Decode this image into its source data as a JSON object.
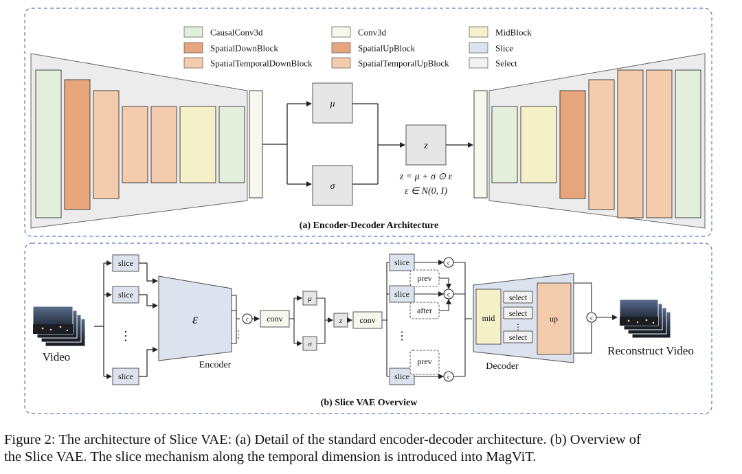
{
  "legend": [
    {
      "label": "CausalConv3d",
      "color": "#e3eedb"
    },
    {
      "label": "SpatialDownBlock",
      "color": "#e7a57b"
    },
    {
      "label": "SpatialTemporalDownBlock",
      "color": "#f3cbad"
    },
    {
      "label": "Conv3d",
      "color": "#f6f8ee"
    },
    {
      "label": "SpatialUpBlock",
      "color": "#e7a57b"
    },
    {
      "label": "SpatialTemporalUpBlock",
      "color": "#f3cbad"
    },
    {
      "label": "MidBlock",
      "color": "#f4f1c9"
    },
    {
      "label": "Slice",
      "color": "#dde3ee"
    },
    {
      "label": "Select",
      "color": "#f1f1f1"
    }
  ],
  "panel_a": {
    "mu": "μ",
    "sigma": "σ",
    "z": "z",
    "equation_1": "z = μ + σ ⊙ ε",
    "equation_2": "ε ∈ N(0, I)",
    "title": "(a) Encoder-Decoder Architecture"
  },
  "panel_b": {
    "video_label": "Video",
    "slice_label": "slice",
    "dots": "⋮",
    "encoder_symbol": "ε",
    "encoder_label": "Encoder",
    "concat": "c",
    "conv_label": "conv",
    "mu": "μ",
    "sigma": "σ",
    "z": "z",
    "prev_label": "prev",
    "after_label": "after",
    "mid_label": "mid",
    "select_label": "select",
    "up_label": "up",
    "decoder_label": "Decoder",
    "output_label": "Reconstruct Video",
    "title": "(b) Slice VAE Overview"
  },
  "caption": {
    "line1": "Figure 2: The architecture of Slice VAE: (a) Detail of the standard encoder-decoder architecture. (b) Overview of",
    "line2": "the Slice VAE. The slice mechanism along the temporal dimension is introduced into MagViT."
  }
}
